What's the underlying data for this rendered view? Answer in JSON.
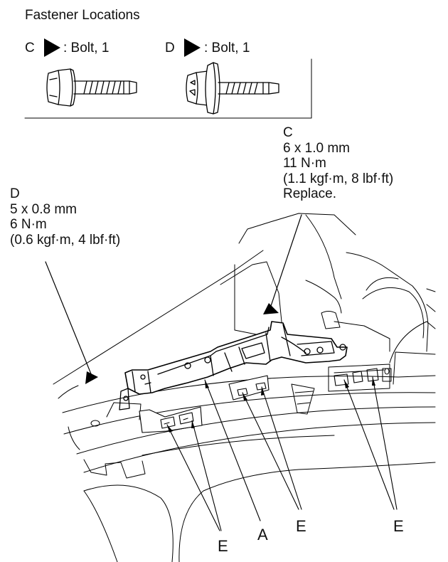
{
  "legend": {
    "title": "Fastener Locations",
    "items": [
      {
        "letter": "C",
        "text": ": Bolt, 1"
      },
      {
        "letter": "D",
        "text": ": Bolt, 1"
      }
    ]
  },
  "callouts": {
    "C": {
      "letter": "C",
      "lines": [
        "6 x 1.0 mm",
        "11 N·m",
        "(1.1 kgf·m, 8 lbf·ft)",
        "Replace."
      ]
    },
    "D": {
      "letter": "D",
      "lines": [
        "5 x 0.8 mm",
        "6 N·m",
        "(0.6 kgf·m, 4 lbf·ft)"
      ]
    }
  },
  "labels": {
    "e_left": "E",
    "a": "A",
    "e_mid": "E",
    "e_right": "E"
  }
}
